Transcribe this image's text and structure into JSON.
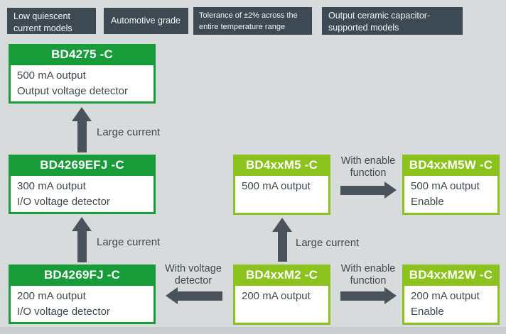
{
  "top_labels": [
    {
      "text": "Low quiescent current models"
    },
    {
      "text": "Automotive grade"
    },
    {
      "text": "Tolerance of ±2% across the entire temperature range"
    },
    {
      "text": "Output ceramic capacitor-supported models"
    }
  ],
  "products": [
    {
      "title": "BD4275 -C",
      "line1": "500 mA output",
      "line2": "Output voltage detector"
    },
    {
      "title": "BD4269EFJ -C",
      "line1": "300 mA output",
      "line2": "I/O voltage detector"
    },
    {
      "title": "BD4269FJ -C",
      "line1": "200 mA output",
      "line2": "I/O voltage detector"
    },
    {
      "title": "BD4xxM5 -C",
      "line1": "500 mA output"
    },
    {
      "title": "BD4xxM2 -C",
      "line1": "200 mA output"
    },
    {
      "title": "BD4xxM5W -C",
      "line1": "500 mA output",
      "line2": "Enable"
    },
    {
      "title": "BD4xxM2W -C",
      "line1": "200 mA output",
      "line2": "Enable"
    }
  ],
  "arrow_labels": {
    "large_current_1": "Large current",
    "large_current_2": "Large current",
    "large_current_3": "Large current",
    "enable_top": "With enable function",
    "enable_bottom": "With enable function",
    "voltage_detector": "With voltage detector"
  },
  "colors": {
    "background": "#d8dbdc",
    "footer": "#c9cdce",
    "tag_background": "#3d4a54",
    "dark_green": "#189c3a",
    "lime_green": "#8cc21e",
    "arrow": "#4a535c",
    "text": "#3f4952"
  }
}
